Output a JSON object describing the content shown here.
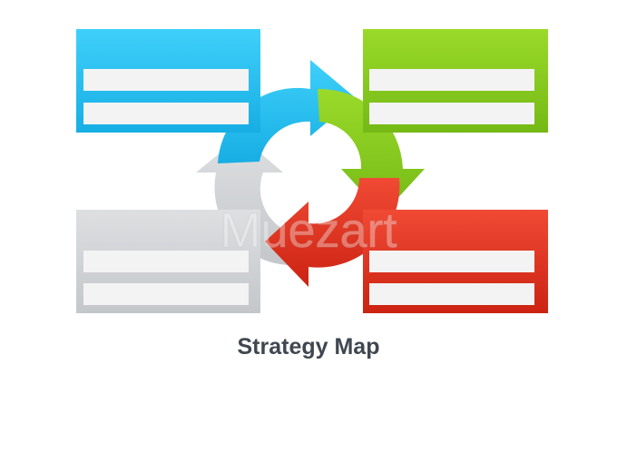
{
  "title": "Strategy Map",
  "watermark": "Muezart",
  "colors": {
    "blue": "#29c5f6",
    "blue_dark": "#14a9de",
    "green": "#8cd21e",
    "green_dark": "#6fb314",
    "red": "#e53a2a",
    "red_dark": "#c8220f",
    "gray": "#d6d8da",
    "gray_dark": "#b9bcbf",
    "panel_field": "#f3f3f3"
  },
  "boxes": [
    {
      "id": "top-left",
      "color": "blue"
    },
    {
      "id": "top-right",
      "color": "green"
    },
    {
      "id": "bottom-right",
      "color": "red"
    },
    {
      "id": "bottom-left",
      "color": "gray"
    }
  ]
}
